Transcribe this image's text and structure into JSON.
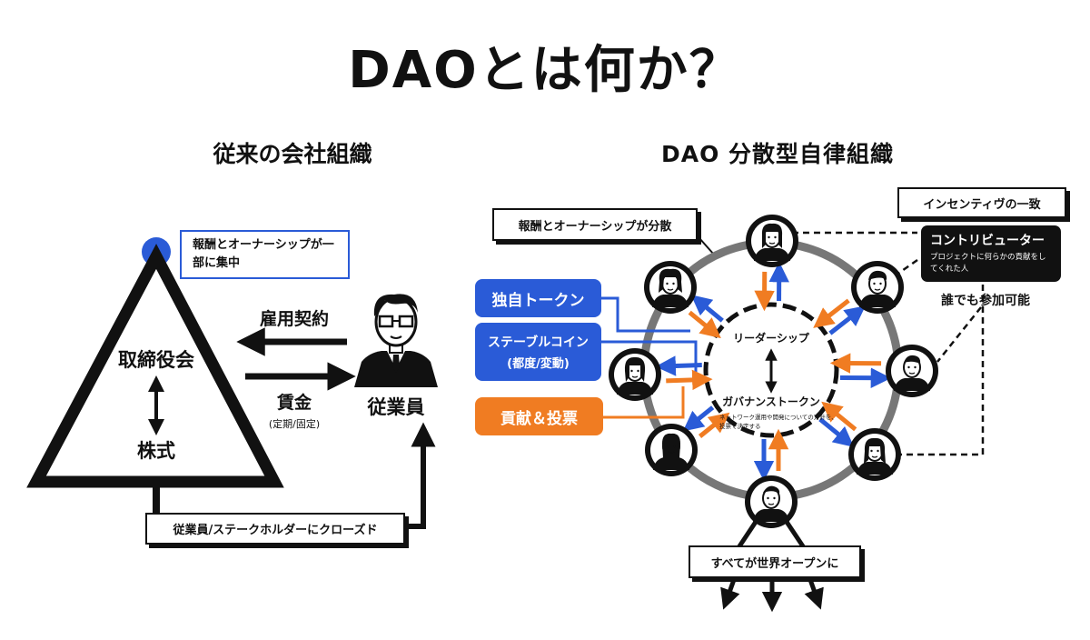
{
  "title": "DAOとは何か？",
  "left": {
    "heading": "従来の会社組織",
    "concentration_note": "報酬とオーナーシップが一部に集中",
    "board_label": "取締役会",
    "shares_label": "株式",
    "employment_label": "雇用契約",
    "wage_label": "賃金",
    "wage_note": "(定期/固定)",
    "employee_label": "従業員",
    "closed_note": "従業員/ステークホルダーにクローズド"
  },
  "right": {
    "heading": "DAO  分散型自律組織",
    "distributed_note": "報酬とオーナーシップが分散",
    "incentive_note": "インセンティヴの一致",
    "contributor_title": "コントリビューター",
    "contributor_desc": "プロジェクトに何らかの貢献をしてくれた人",
    "anyone_note": "誰でも参加可能",
    "token_label": "独自トークン",
    "stablecoin_label": "ステーブルコイン",
    "stablecoin_sub": "(都度/変動)",
    "vote_label": "貢献＆投票",
    "leadership_label": "リーダーシップ",
    "gov_token_label": "ガバナンストークン",
    "gov_token_desc": "ネットワーク運用や開発についての方針を、投票で決定する",
    "open_note": "すべてが世界オープンに"
  },
  "colors": {
    "blue": "#2a5bd7",
    "orange": "#f07c22",
    "ring": "#777777",
    "ink": "#111111"
  }
}
